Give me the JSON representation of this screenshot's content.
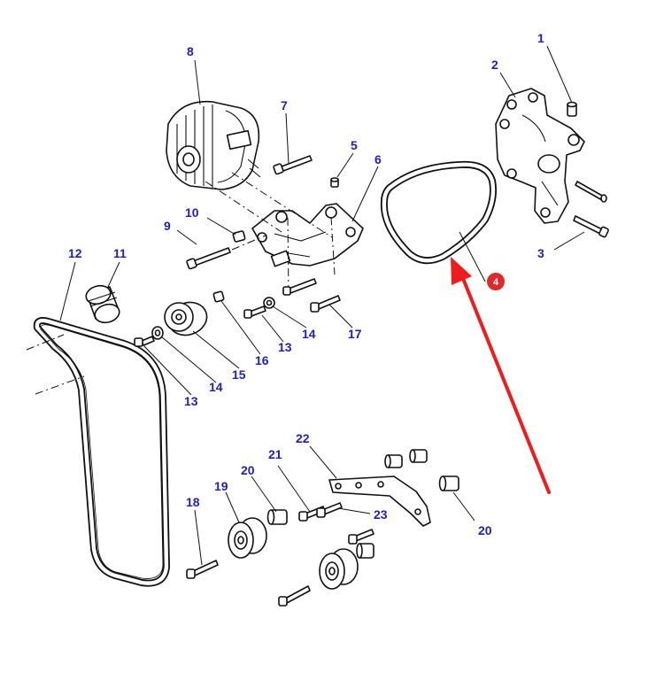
{
  "colors": {
    "callout_text": "#1f1fbf",
    "highlight_arrow": "#ee1c1c",
    "highlight_badge": "#dd2a2a",
    "line_art": "#111111"
  },
  "callouts": {
    "n1": "1",
    "n2": "2",
    "n3": "3",
    "n5": "5",
    "n6": "6",
    "n7": "7",
    "n8": "8",
    "n9": "9",
    "n10": "10",
    "n11": "11",
    "n12": "12",
    "n13a": "13",
    "n13b": "13",
    "n14a": "14",
    "n14b": "14",
    "n15": "15",
    "n16": "16",
    "n17": "17",
    "n18": "18",
    "n19": "19",
    "n20a": "20",
    "n20b": "20",
    "n21": "21",
    "n22": "22",
    "n23": "23"
  },
  "highlight": {
    "badge_label": "4",
    "arrow_target": "belt"
  }
}
